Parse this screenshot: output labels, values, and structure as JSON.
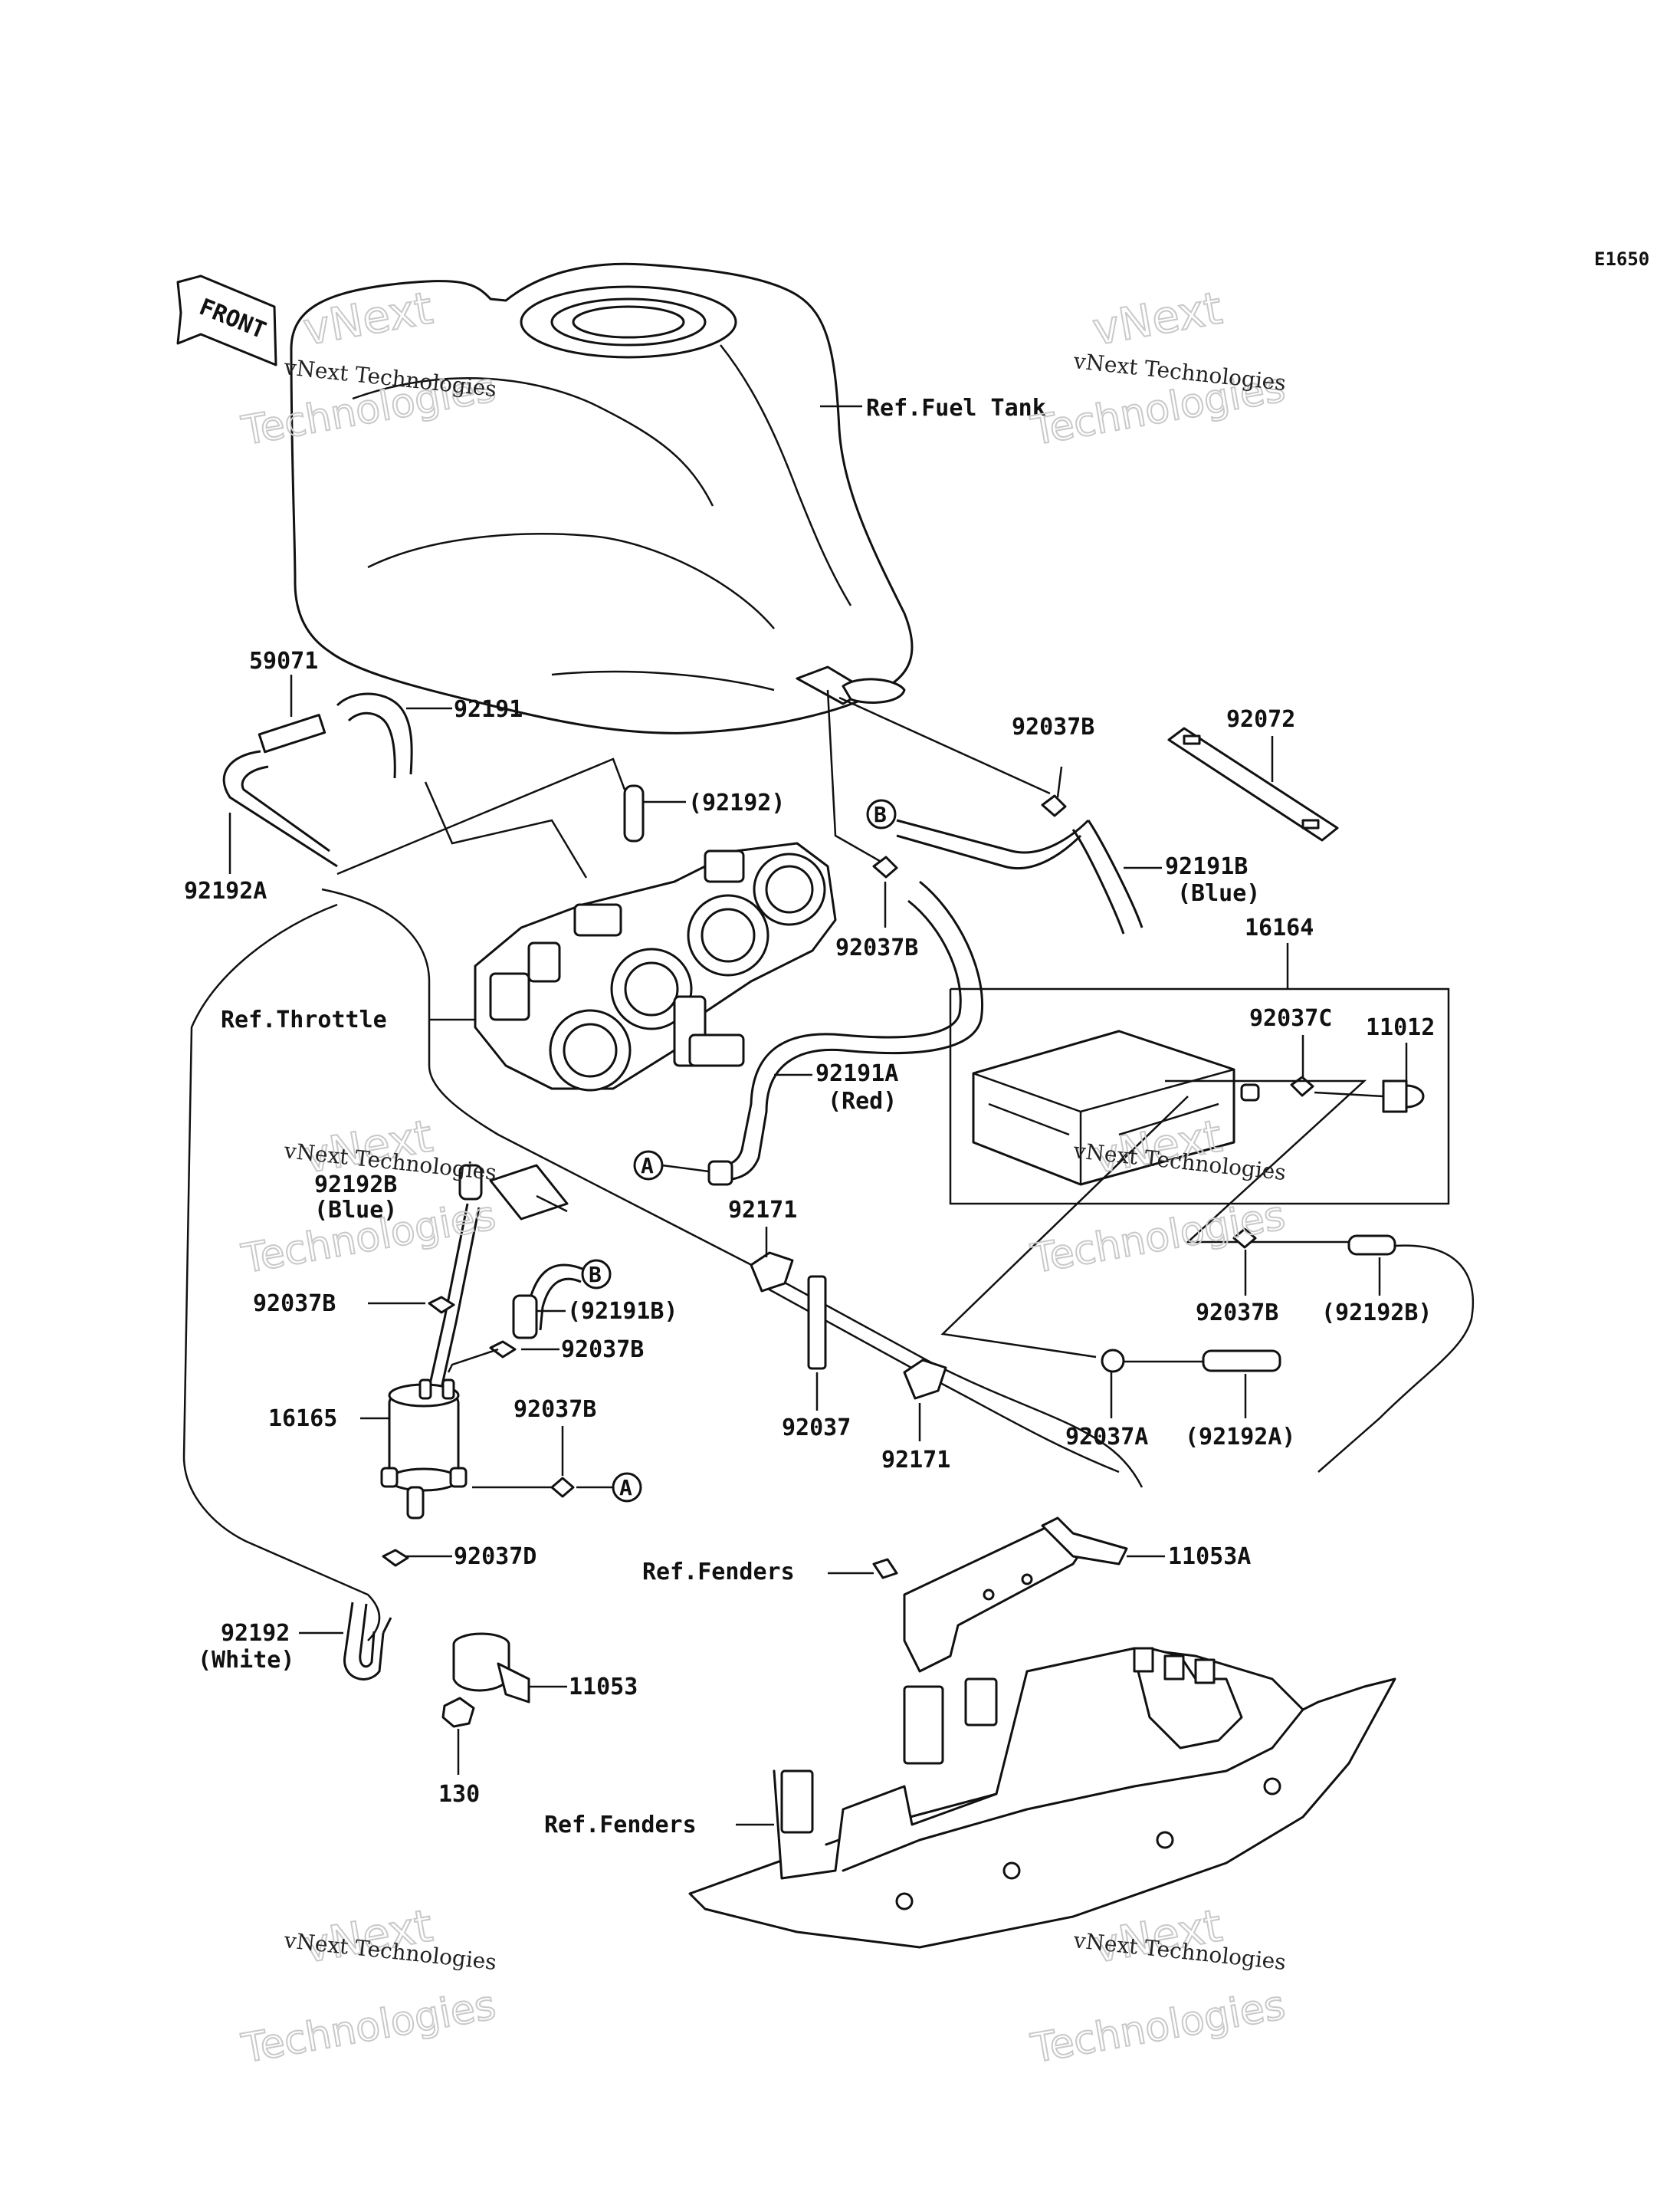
{
  "diagram_code": "E1650",
  "front_label": "FRONT",
  "watermark": {
    "line1": "vNext Technologies",
    "line2": "vNext",
    "line3": "Technologies"
  },
  "callouts": {
    "a": "A",
    "b": "B"
  },
  "labels": {
    "ref_fuel_tank": "Ref.Fuel Tank",
    "ref_throttle": "Ref.Throttle",
    "ref_fenders_1": "Ref.Fenders",
    "ref_fenders_2": "Ref.Fenders",
    "p59071": "59071",
    "p92191": "92191",
    "p92192_paren": "(92192)",
    "p92192a": "92192A",
    "p92037b_top": "92037B",
    "p92072": "92072",
    "p92191b": "92191B",
    "p92191b_blue": "(Blue)",
    "p92037b_mid": "92037B",
    "p16164": "16164",
    "p92037c": "92037C",
    "p11012": "11012",
    "p92191a": "92191A",
    "p92191a_red": "(Red)",
    "p92192b": "92192B",
    "p92192b_blue": "(Blue)",
    "p92171_top": "92171",
    "p92037b_left": "92037B",
    "p92191b_paren": "(92191B)",
    "p92037b_left2": "92037B",
    "p92037b_right": "92037B",
    "p92192b_paren": "(92192B)",
    "p16165": "16165",
    "p92037b_a": "92037B",
    "p92037": "92037",
    "p92171_bottom": "92171",
    "p92037a": "92037A",
    "p92192a_paren": "(92192A)",
    "p92037d": "92037D",
    "p11053a": "11053A",
    "p92192": "92192",
    "p92192_white": "(White)",
    "p11053": "11053",
    "p130": "130"
  }
}
